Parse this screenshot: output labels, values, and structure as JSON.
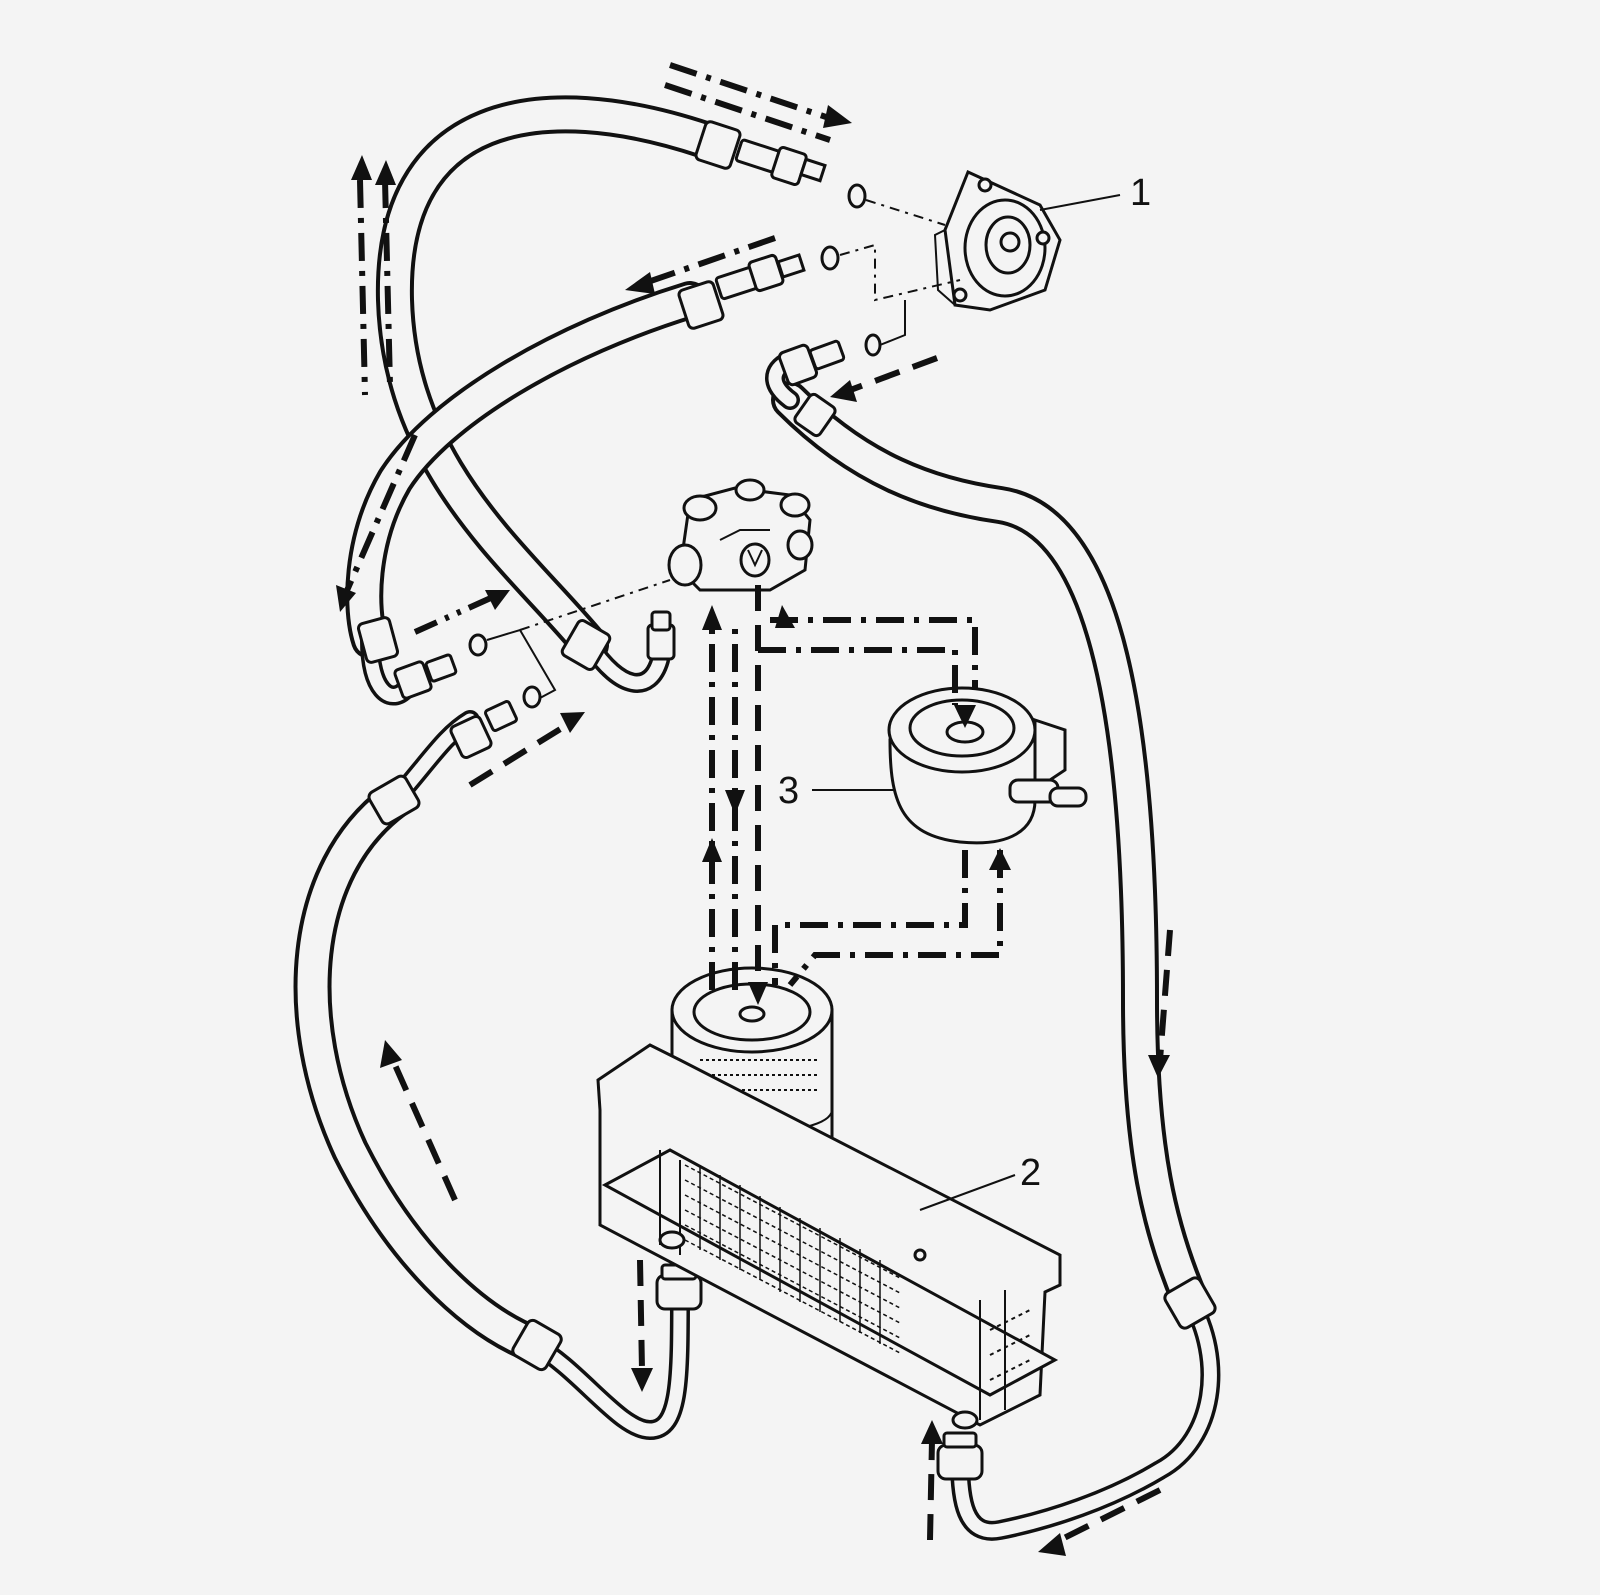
{
  "callouts": [
    {
      "id": "1",
      "label": "1"
    },
    {
      "id": "2",
      "label": "2"
    },
    {
      "id": "3",
      "label": "3"
    }
  ],
  "colors": {
    "ink": "#111111",
    "paper": "#f4f4f4"
  }
}
